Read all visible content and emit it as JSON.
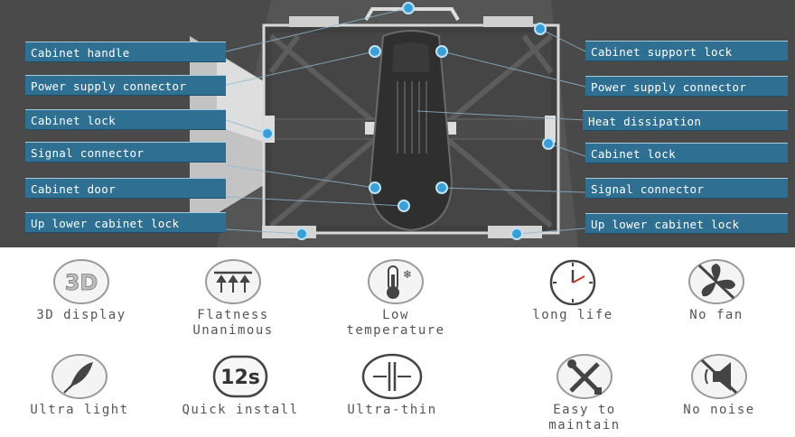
{
  "callouts_left": [
    "Cabinet handle",
    "Power supply connector",
    "Cabinet lock",
    "Signal connector",
    "Cabinet door",
    "Up lower cabinet lock"
  ],
  "callouts_right": [
    "Cabinet support lock",
    "Power supply connector",
    "Heat dissipation",
    "Cabinet lock",
    "Signal connector",
    "Up lower cabinet lock"
  ],
  "features": [
    {
      "icon": "3d-display-icon",
      "icon_text": "3D",
      "lines": [
        "3D display"
      ]
    },
    {
      "icon": "flatness-icon",
      "lines": [
        "Flatness",
        "Unanimous"
      ]
    },
    {
      "icon": "thermometer-icon",
      "lines": [
        "Low",
        "temperature"
      ]
    },
    {
      "icon": "clock-icon",
      "lines": [
        "long life"
      ]
    },
    {
      "icon": "no-fan-icon",
      "lines": [
        "No fan"
      ]
    },
    {
      "icon": "feather-icon",
      "lines": [
        "Ultra light"
      ]
    },
    {
      "icon": "quick-install-icon",
      "icon_text": "12s",
      "lines": [
        "Quick install"
      ]
    },
    {
      "icon": "ultra-thin-icon",
      "lines": [
        "Ultra-thin"
      ]
    },
    {
      "icon": "tools-icon",
      "lines": [
        "Easy to",
        "maintain"
      ]
    },
    {
      "icon": "no-noise-icon",
      "lines": [
        "No noise"
      ]
    }
  ],
  "colors": {
    "label_bg": "#2e6f92",
    "label_text": "#ffffff",
    "marker": "#3a9fd6",
    "caption": "#555555",
    "photo_bg": "#4f4f4f"
  }
}
